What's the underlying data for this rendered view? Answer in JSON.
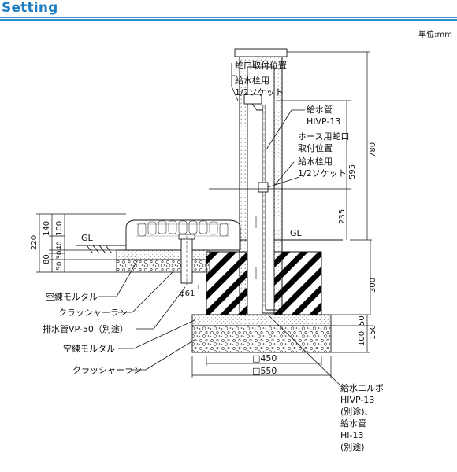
{
  "title": "Setting",
  "unit": "単位:mm",
  "colors": {
    "title": "#1f7fc0",
    "rule": "#2b8fd0"
  },
  "labels": {
    "faucet_pos": "蛇口取付位置",
    "socket_top_1": "給水栓用",
    "socket_top_2": "1/2ソケット",
    "supply_pipe_1": "給水管",
    "supply_pipe_2": "HIVP-13",
    "hose_faucet_1": "ホース用蛇口",
    "hose_faucet_2": "取付位置",
    "socket_mid_1": "給水栓用",
    "socket_mid_2": "1/2ソケット",
    "gl_left": "GL",
    "gl_right": "GL",
    "diam": "φ61",
    "mortar_1": "空練モルタル",
    "crusher_1": "クラッシャーラン",
    "drain_pipe": "排水管VP-50（別途）",
    "mortar_2": "空練モルタル",
    "crusher_2": "クラッシャーラン",
    "dim_450": "□450",
    "dim_550": "□550",
    "elbow_1": "給水エルボ",
    "elbow_2": "HIVP-13",
    "elbow_3": "(別途)、",
    "elbow_4": "給水管",
    "elbow_5": "HI-13",
    "elbow_6": "(別途)"
  },
  "dims": {
    "d220": "220",
    "d140": "140",
    "d100": "100",
    "d40": "40",
    "d30": "30",
    "d80": "80",
    "d50l": "50",
    "d780": "780",
    "d595": "595",
    "d235": "235",
    "d300": "300",
    "d50r": "50",
    "d100r": "100",
    "d150": "150"
  }
}
